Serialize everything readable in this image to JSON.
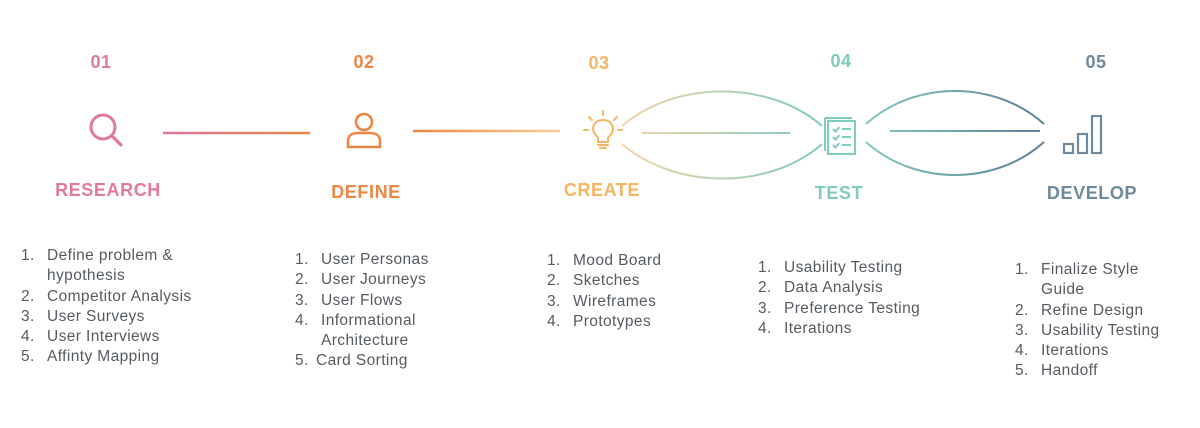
{
  "colors": {
    "research": "#e2779f",
    "define": "#ef8542",
    "create": "#f6b560",
    "test": "#7fcbbe",
    "develop": "#6f8a9d",
    "list_text": "#555b61"
  },
  "steps": [
    {
      "number": "01",
      "title": "RESEARCH",
      "icon": "magnifier-icon",
      "items": [
        {
          "n": "1.",
          "text": "Define problem & hypothesis"
        },
        {
          "n": "2.",
          "text": "Competitor Analysis"
        },
        {
          "n": "3.",
          "text": "User Surveys"
        },
        {
          "n": "4.",
          "text": "User Interviews"
        },
        {
          "n": "5.",
          "text": "Affinty Mapping"
        }
      ]
    },
    {
      "number": "02",
      "title": "DEFINE",
      "icon": "user-icon",
      "items": [
        {
          "n": "1.",
          "text": "User Personas"
        },
        {
          "n": "2.",
          "text": "User Journeys"
        },
        {
          "n": "3.",
          "text": "User Flows"
        },
        {
          "n": "4.",
          "text": "Informational Architecture"
        },
        {
          "n": "5.",
          "text": "Card Sorting"
        }
      ]
    },
    {
      "number": "03",
      "title": "CREATE",
      "icon": "lightbulb-icon",
      "items": [
        {
          "n": "1.",
          "text": "Mood Board"
        },
        {
          "n": "2.",
          "text": "Sketches"
        },
        {
          "n": "3.",
          "text": "Wireframes"
        },
        {
          "n": "4.",
          "text": "Prototypes"
        }
      ]
    },
    {
      "number": "04",
      "title": "TEST",
      "icon": "checklist-icon",
      "items": [
        {
          "n": "1.",
          "text": "Usability Testing"
        },
        {
          "n": "2.",
          "text": "Data Analysis"
        },
        {
          "n": "3.",
          "text": "Preference Testing"
        },
        {
          "n": "4.",
          "text": "Iterations"
        }
      ]
    },
    {
      "number": "05",
      "title": "DEVELOP",
      "icon": "bar-chart-icon",
      "items": [
        {
          "n": "1.",
          "text": "Finalize Style Guide"
        },
        {
          "n": "2.",
          "text": "Refine Design"
        },
        {
          "n": "3.",
          "text": "Usability Testing"
        },
        {
          "n": "4.",
          "text": "Iterations"
        },
        {
          "n": "5.",
          "text": "Handoff"
        }
      ]
    }
  ]
}
